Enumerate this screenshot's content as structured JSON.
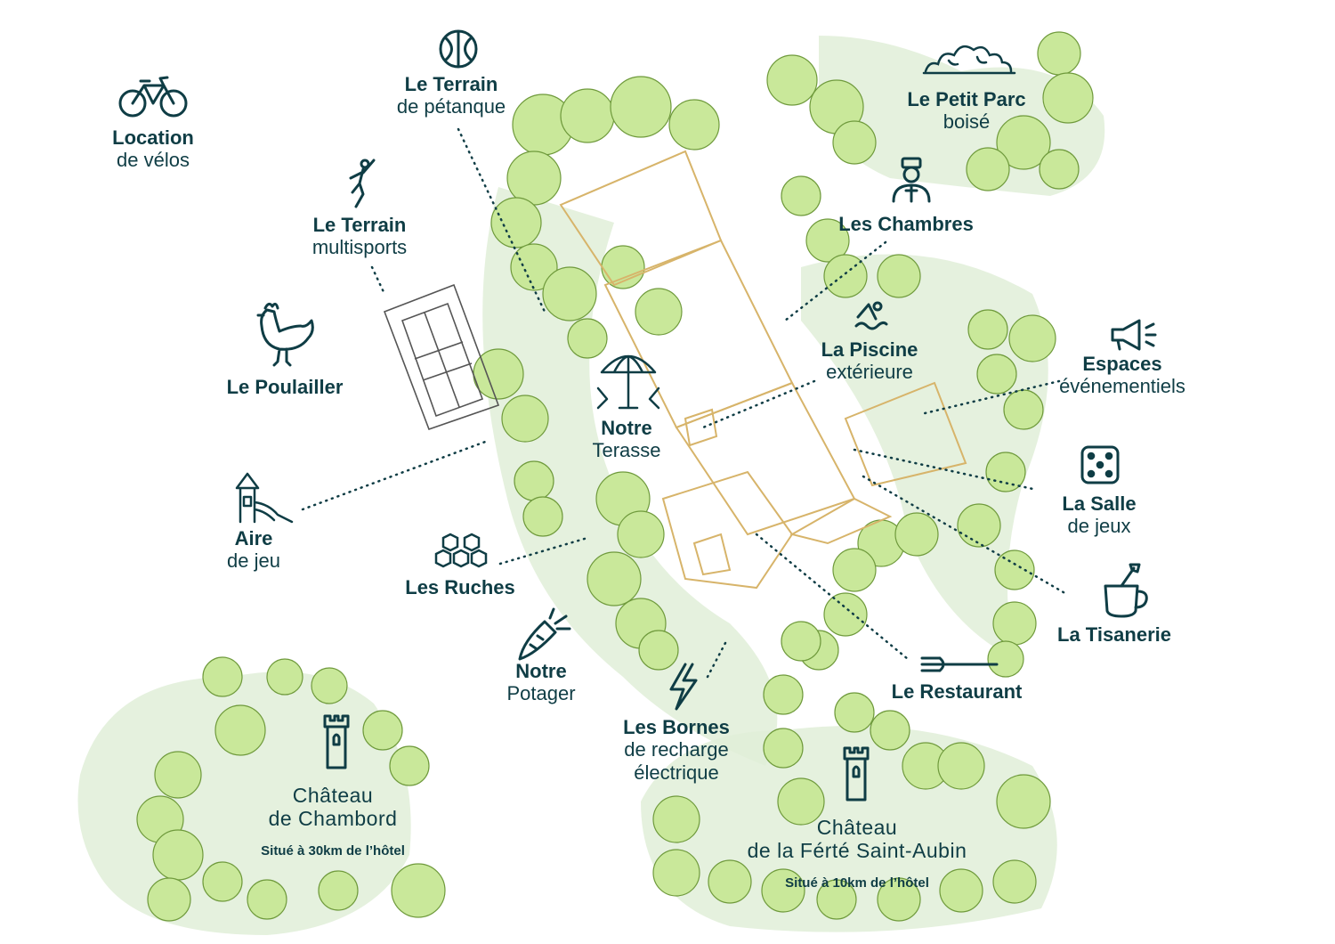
{
  "map": {
    "colors": {
      "ink": "#0f3d45",
      "tree": "#c9e89a",
      "tree_outline": "#6f9a3c",
      "grass": "#e1efd8",
      "building": "#d7b46a"
    },
    "places": [
      {
        "id": "velos",
        "title": "Location",
        "subtitle": "de vélos",
        "icon": "bicycle-icon"
      },
      {
        "id": "petanque",
        "title": "Le Terrain",
        "subtitle": "de pétanque",
        "icon": "petanque-ball-icon"
      },
      {
        "id": "petit-parc",
        "title": "Le Petit Parc",
        "subtitle": "boisé",
        "icon": "bush-icon"
      },
      {
        "id": "multisports",
        "title": "Le Terrain",
        "subtitle": "multisports",
        "icon": "runner-icon"
      },
      {
        "id": "chambres",
        "title": "Les Chambres",
        "subtitle": "",
        "icon": "bellboy-icon"
      },
      {
        "id": "piscine",
        "title": "La Piscine",
        "subtitle": "extérieure",
        "icon": "swimmer-icon"
      },
      {
        "id": "poulailler",
        "title": "Le Poulailler",
        "subtitle": "",
        "icon": "chicken-icon"
      },
      {
        "id": "espaces",
        "title": "Espaces",
        "subtitle": "événementiels",
        "icon": "megaphone-icon"
      },
      {
        "id": "terasse",
        "title": "Notre",
        "subtitle": "Terasse",
        "icon": "parasol-icon"
      },
      {
        "id": "salle-jeux",
        "title": "La Salle",
        "subtitle": "de jeux",
        "icon": "dice-icon"
      },
      {
        "id": "aire-jeu",
        "title": "Aire",
        "subtitle": "de jeu",
        "icon": "playground-icon"
      },
      {
        "id": "ruches",
        "title": "Les Ruches",
        "subtitle": "",
        "icon": "honeycomb-icon"
      },
      {
        "id": "tisanerie",
        "title": "La Tisanerie",
        "subtitle": "",
        "icon": "tea-mug-icon"
      },
      {
        "id": "potager",
        "title": "Notre",
        "subtitle": "Potager",
        "icon": "carrot-icon"
      },
      {
        "id": "restaurant",
        "title": "Le Restaurant",
        "subtitle": "",
        "icon": "fork-icon"
      },
      {
        "id": "bornes",
        "title": "Les Bornes",
        "subtitle": "de recharge",
        "subtitle2": "électrique",
        "icon": "lightning-icon"
      }
    ],
    "castles": [
      {
        "id": "chambord",
        "line1": "Château",
        "line2": "de Chambord",
        "distance": "Situé à 30km de l’hôtel",
        "icon": "castle-tower-icon"
      },
      {
        "id": "ferte",
        "line1": "Château",
        "line2": "de la Férté Saint-Aubin",
        "distance": "Situé à 10km de l’hôtel",
        "icon": "castle-tower-icon"
      }
    ]
  }
}
